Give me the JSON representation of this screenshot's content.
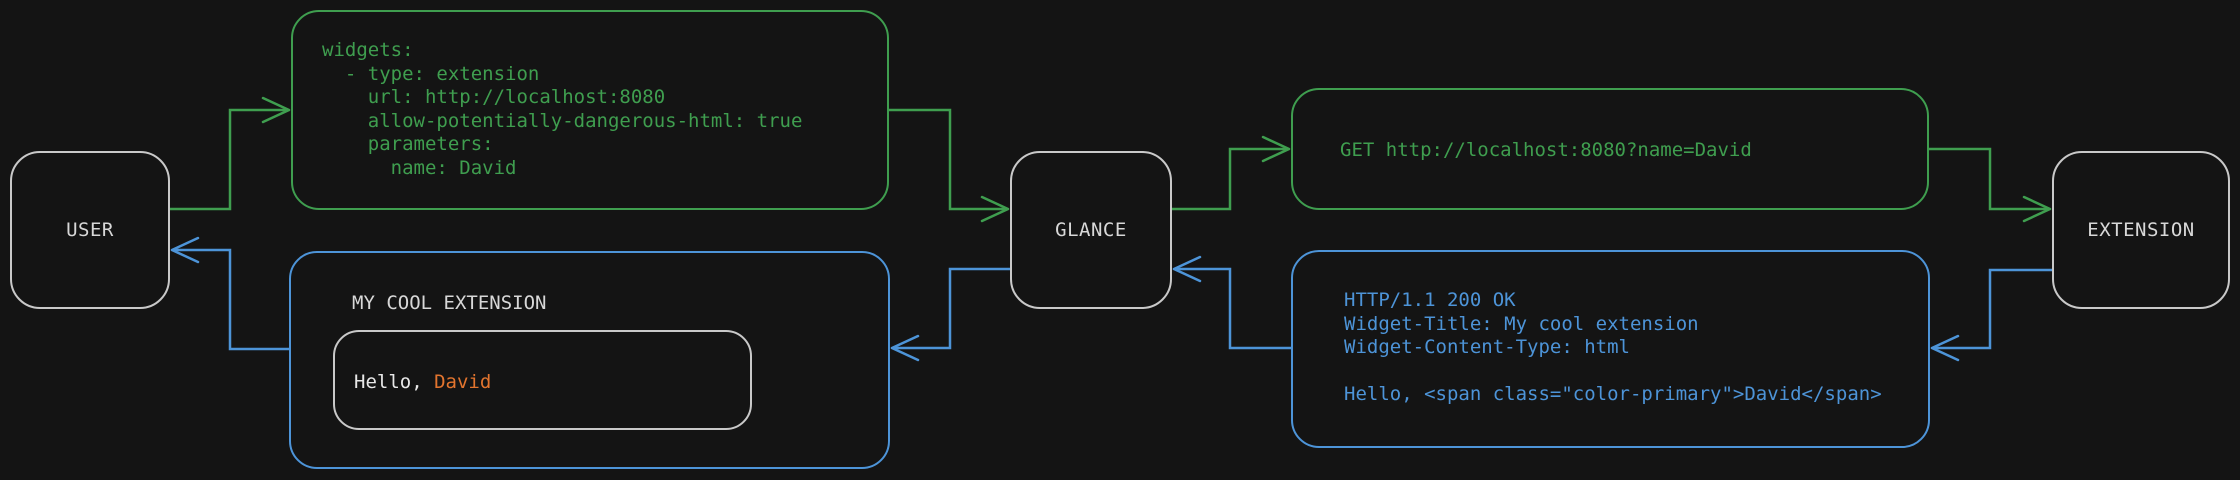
{
  "nodes": {
    "user": {
      "label": "USER"
    },
    "glance": {
      "label": "GLANCE"
    },
    "extension": {
      "label": "EXTENSION"
    }
  },
  "config_snippet": {
    "language": "yaml",
    "text": "widgets:\n  - type: extension\n    url: http://localhost:8080\n    allow-potentially-dangerous-html: true\n    parameters:\n      name: David"
  },
  "request_snippet": {
    "text": "GET http://localhost:8080?name=David"
  },
  "response_snippet": {
    "text": "HTTP/1.1 200 OK\nWidget-Title: My cool extension\nWidget-Content-Type: html\n\nHello, <span class=\"color-primary\">David</span>"
  },
  "widget_preview": {
    "title": "MY COOL EXTENSION",
    "greeting_prefix": "Hello, ",
    "greeting_name": "David"
  },
  "edges": [
    {
      "from": "user",
      "to": "config",
      "color": "green"
    },
    {
      "from": "config",
      "to": "glance",
      "color": "green"
    },
    {
      "from": "glance",
      "to": "request",
      "color": "green"
    },
    {
      "from": "request",
      "to": "extension",
      "color": "green"
    },
    {
      "from": "extension",
      "to": "response",
      "color": "blue"
    },
    {
      "from": "response",
      "to": "glance",
      "color": "blue"
    },
    {
      "from": "glance",
      "to": "preview",
      "color": "blue"
    },
    {
      "from": "preview",
      "to": "user",
      "color": "blue"
    }
  ],
  "colors": {
    "request_green": "#3f9e4f",
    "response_blue": "#4d94d8",
    "node_border": "#c9c9c9",
    "light_text": "#d8d8d8",
    "accent_orange": "#e2742e",
    "background": "#141414"
  }
}
